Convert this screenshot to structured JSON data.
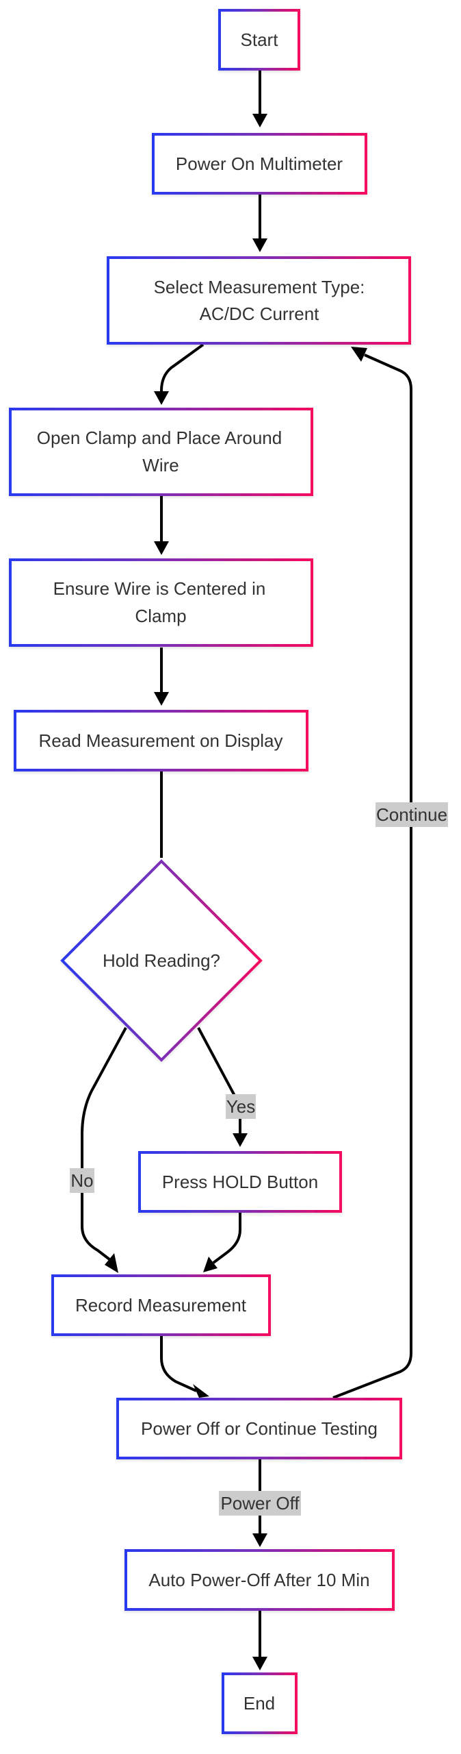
{
  "diagram": {
    "colors": {
      "border_start": "#2b3aef",
      "border_mid": "#7c2fb7",
      "border_end": "#f5075f",
      "edge": "#000000",
      "label_bg": "#cccccc",
      "text": "#333333",
      "background": "#ffffff"
    },
    "nodes": {
      "start": "Start",
      "power_on_line1": "Power On Multimeter",
      "select_line1": "Select Measurement Type:",
      "select_line2": "AC/DC Current",
      "open_clamp_line1": "Open Clamp and Place Around",
      "open_clamp_line2": "Wire",
      "ensure_line1": "Ensure Wire is Centered in",
      "ensure_line2": "Clamp",
      "read_measurement": "Read Measurement on Display",
      "hold_reading": "Hold Reading?",
      "press_hold": "Press HOLD Button",
      "record_measurement": "Record Measurement",
      "power_off_or_continue": "Power Off or Continue Testing",
      "auto_power_off": "Auto Power-Off After 10 Min",
      "end": "End"
    },
    "edge_labels": {
      "yes": "Yes",
      "no": "No",
      "continue": "Continue",
      "power_off": "Power Off"
    }
  }
}
